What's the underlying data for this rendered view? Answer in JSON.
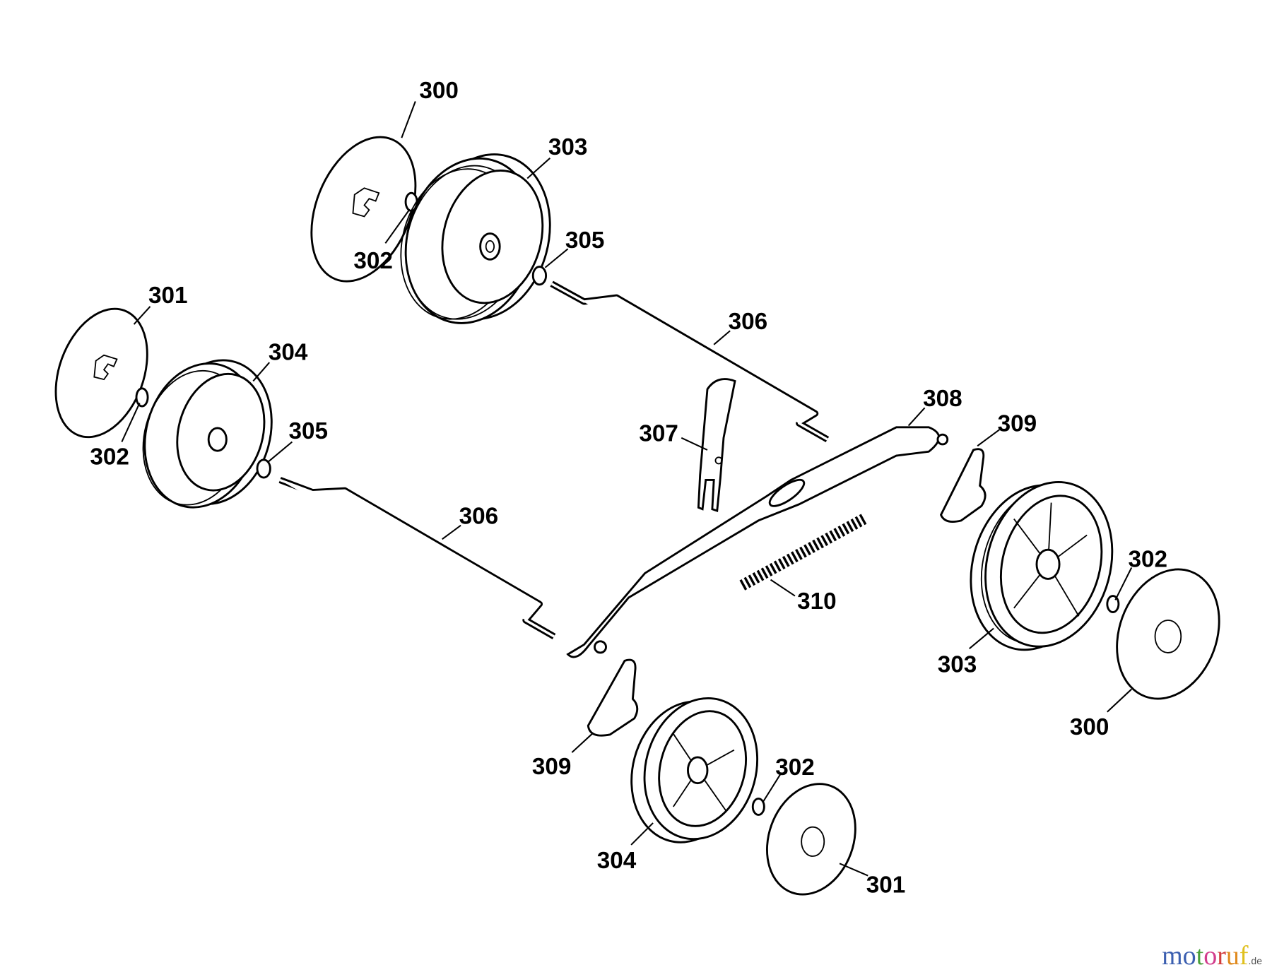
{
  "diagram": {
    "labels": [
      "300",
      "303",
      "305",
      "302",
      "301",
      "304",
      "306",
      "305",
      "302",
      "307",
      "308",
      "309",
      "306",
      "310",
      "302",
      "303",
      "300",
      "309",
      "302",
      "304",
      "301"
    ]
  },
  "watermark": {
    "text": "motoruf",
    "suffix": ".de",
    "colors": [
      "#3b5fb0",
      "#3b5fb0",
      "#4aa03c",
      "#d23c8c",
      "#d23c3c",
      "#e08a1e",
      "#e0c01e"
    ]
  }
}
